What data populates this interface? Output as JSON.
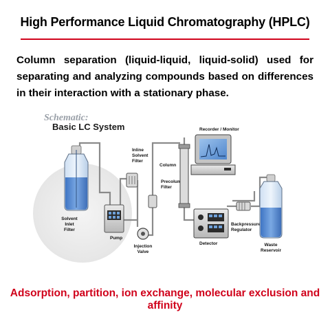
{
  "title": "High Performance Liquid Chromatography (HPLC)",
  "description": "Column separation (liquid-liquid, liquid-solid) used for separating and analyzing compounds based on differences in their interaction with a stationary phase.",
  "schematic": {
    "heading_top": "Schematic:",
    "heading_main": "Basic LC System",
    "labels": {
      "solvent_inlet_filter": [
        "Solvent",
        "Inlet",
        "Filter"
      ],
      "pump": "Pump",
      "inline_solvent_filter": [
        "Inline",
        "Solvent",
        "Filter"
      ],
      "injection_valve": [
        "Injection",
        "Valve"
      ],
      "precolumn_filter": [
        "Precolumn",
        "Filter"
      ],
      "column": "Column",
      "recorder_monitor": "Recorder / Monitor",
      "detector": "Detector",
      "backpressure_regulator": [
        "Backpressure",
        "Regulator"
      ],
      "waste_reservoir": [
        "Waste",
        "Reservoir"
      ]
    }
  },
  "footer": "Adsorption, partition, ion exchange, molecular exclusion and affinity",
  "colors": {
    "accent_red": "#d0021b",
    "liquid_blue": "#5b8fd6",
    "screen_blue": "#6fa0d8"
  }
}
